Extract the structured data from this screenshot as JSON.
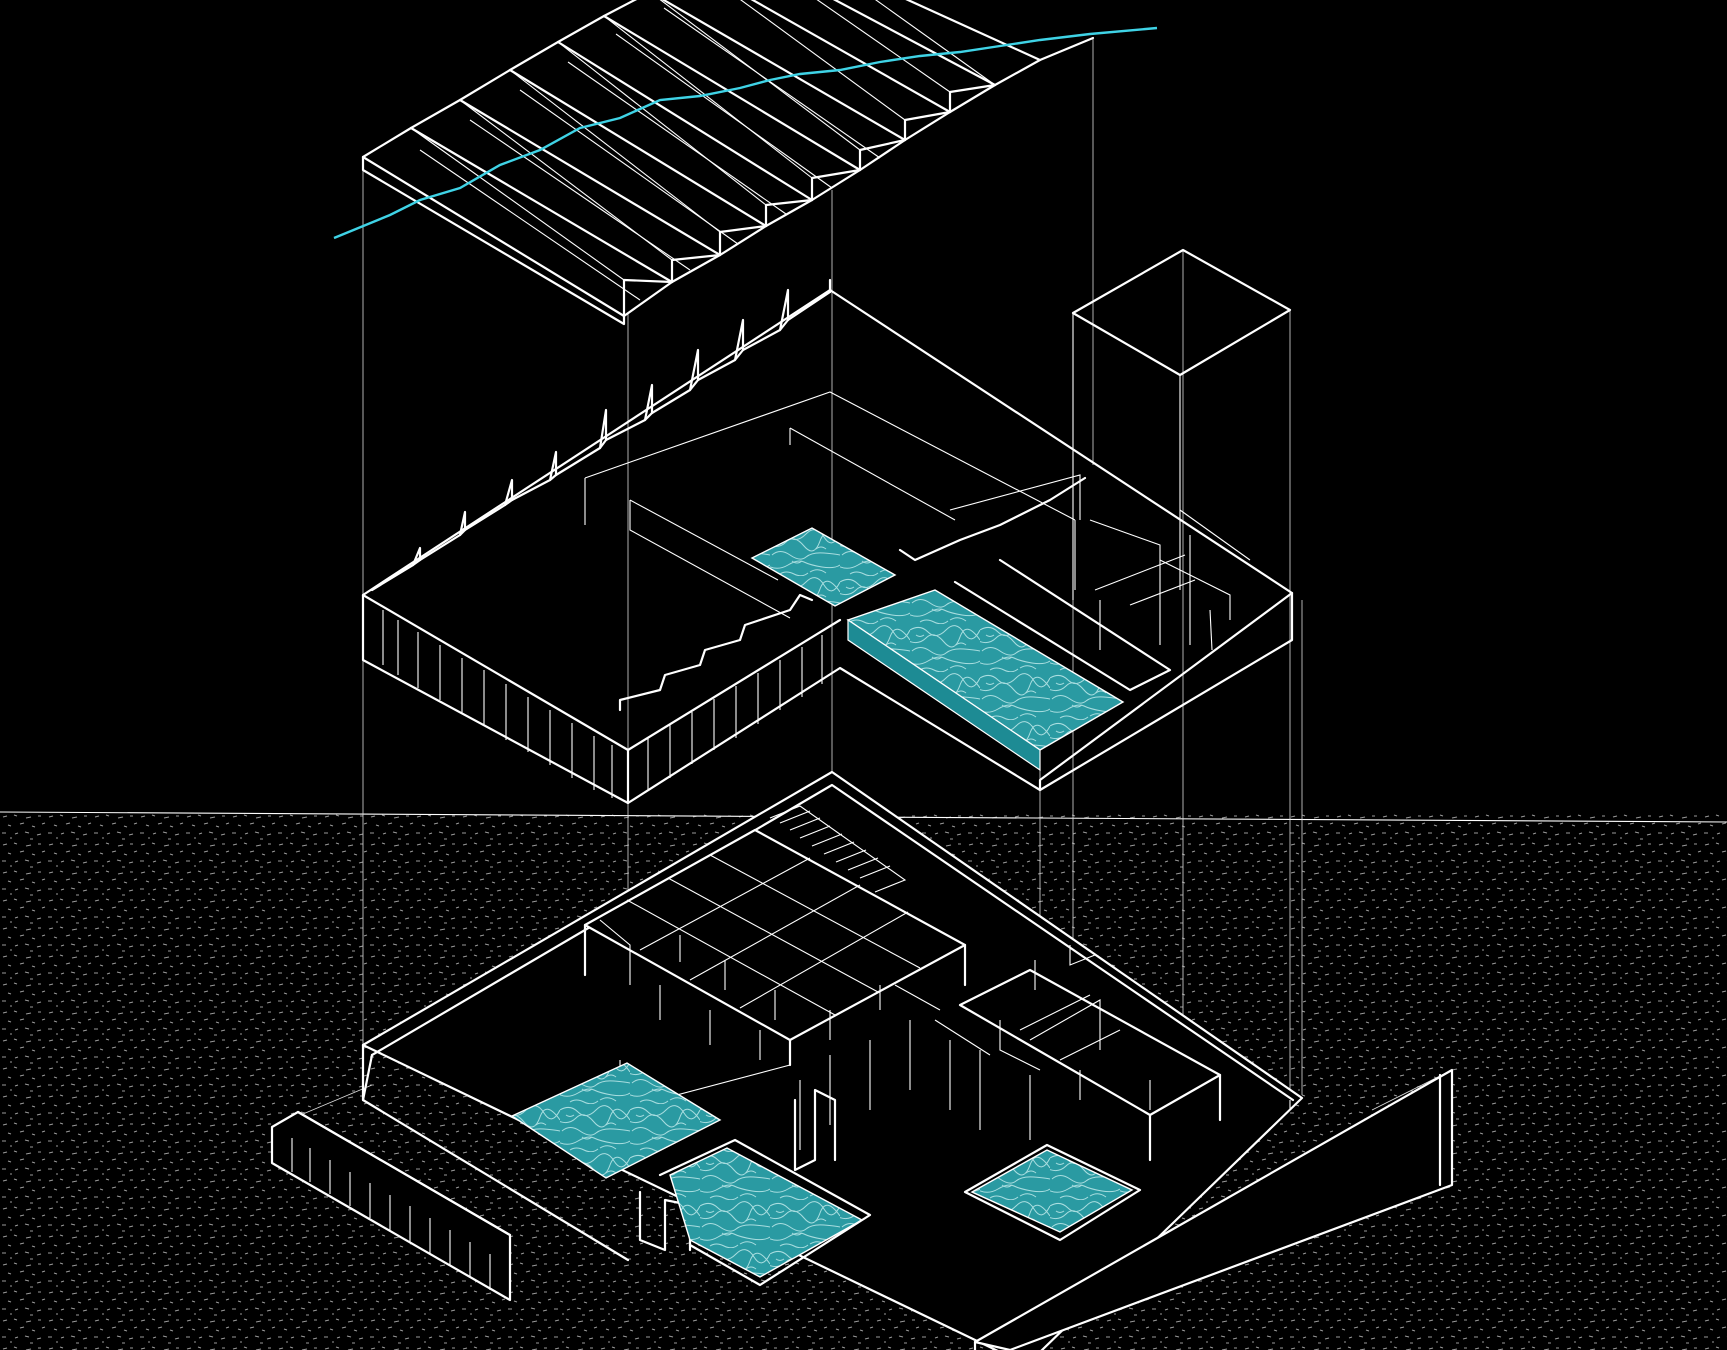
{
  "colors": {
    "background": "#000000",
    "linework": "#ffffff",
    "water": "#2a9aa2",
    "water_ripple": "#bfe9ea",
    "water_edge": "#1d8b94",
    "ground_speckle": "#9a9a9a",
    "contour": "#3fd3e6"
  },
  "layers": [
    {
      "name": "roof-slats"
    },
    {
      "name": "upper-floor-with-courtyard-and-pool"
    },
    {
      "name": "rooftop-tower-volume"
    },
    {
      "name": "ground-floor-with-grid-rooms-and-pools"
    },
    {
      "name": "ground-plane-with-boundary-walls"
    }
  ]
}
